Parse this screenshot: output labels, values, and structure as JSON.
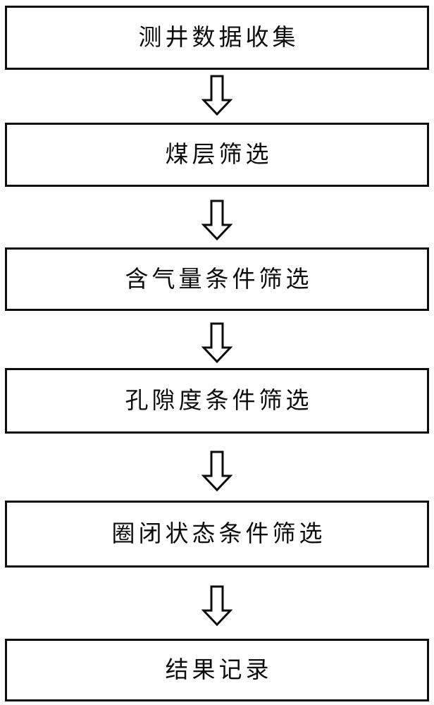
{
  "diagram": {
    "type": "vertical-flowchart",
    "orientation": "top-to-bottom",
    "background_color": "#ffffff",
    "line_color": "#0d0d0d",
    "box_fill_color": "#ffffff",
    "steps": [
      {
        "id": "step-1",
        "label": "测井数据收集"
      },
      {
        "id": "step-2",
        "label": "煤层筛选"
      },
      {
        "id": "step-3",
        "label": "含气量条件筛选"
      },
      {
        "id": "step-4",
        "label": "孔隙度条件筛选"
      },
      {
        "id": "step-5",
        "label": "圈闭状态条件筛选"
      },
      {
        "id": "step-6",
        "label": "结果记录"
      }
    ],
    "connectors": [
      {
        "id": "arrow-1",
        "icon": "block-arrow-down-icon",
        "from": "step-1",
        "to": "step-2"
      },
      {
        "id": "arrow-2",
        "icon": "block-arrow-down-icon",
        "from": "step-2",
        "to": "step-3"
      },
      {
        "id": "arrow-3",
        "icon": "block-arrow-down-icon",
        "from": "step-3",
        "to": "step-4"
      },
      {
        "id": "arrow-4",
        "icon": "block-arrow-down-icon",
        "from": "step-4",
        "to": "step-5"
      },
      {
        "id": "arrow-5",
        "icon": "block-arrow-down-icon",
        "from": "step-5",
        "to": "step-6"
      }
    ]
  }
}
